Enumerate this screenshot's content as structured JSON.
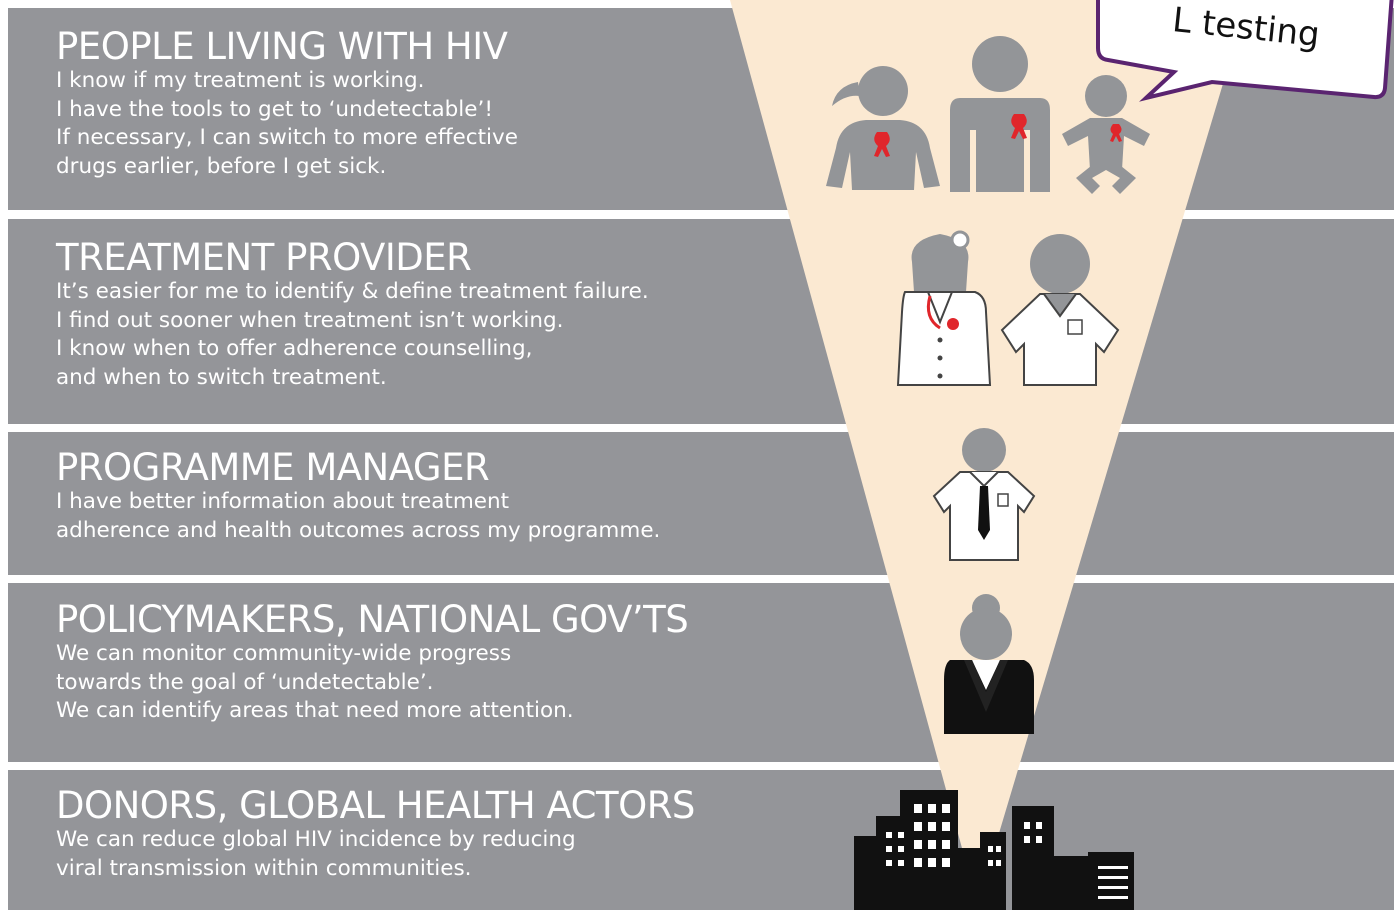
{
  "callout": {
    "text": "L testing"
  },
  "audiences": [
    {
      "title": "PEOPLE LIVING WITH HIV",
      "lines": [
        "I know if my treatment is working.",
        "I have the tools to get to ‘undetectable’!",
        "If necessary, I can switch to more effective",
        "drugs earlier, before I get sick."
      ]
    },
    {
      "title": "TREATMENT PROVIDER",
      "lines": [
        "It’s easier for me to identify & define treatment failure.",
        "I find out sooner when treatment isn’t working.",
        "I know when to offer adherence counselling,",
        "and when to switch treatment."
      ]
    },
    {
      "title": "PROGRAMME MANAGER",
      "lines": [
        "I have better information about treatment",
        "adherence and health outcomes across my programme."
      ]
    },
    {
      "title": "POLICYMAKERS, NATIONAL GOV’TS",
      "lines": [
        "We can monitor community-wide progress",
        "towards the goal of ‘undetectable’.",
        "We can identify areas that need more attention."
      ]
    },
    {
      "title": "DONORS, GLOBAL HEALTH ACTORS",
      "lines": [
        "We can reduce global HIV incidence by reducing",
        "viral transmission within communities."
      ]
    }
  ],
  "colors": {
    "band": "#949599",
    "beam": "#fbe9d2",
    "figure": "#939598",
    "ribbon": "#e0262b",
    "callout_border": "#5a2470"
  },
  "icons": [
    "woman-icon",
    "man-icon",
    "baby-icon",
    "doctor-icon",
    "nurse-icon",
    "manager-icon",
    "policymaker-icon",
    "city-buildings-icon"
  ]
}
